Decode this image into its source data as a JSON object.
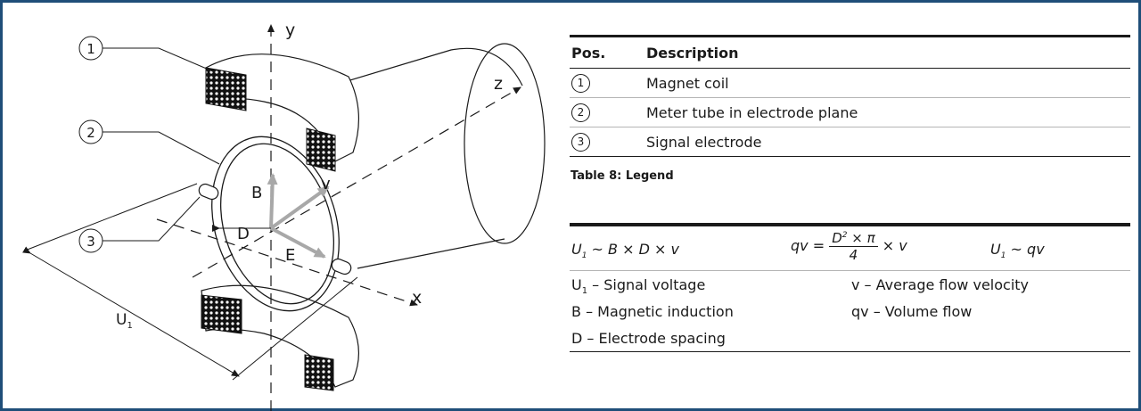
{
  "diagram": {
    "axis_y": "y",
    "axis_z": "z",
    "axis_x": "x",
    "callouts": [
      "1",
      "2",
      "3"
    ],
    "labels": {
      "B": "B",
      "v": "v",
      "D": "D",
      "E": "E",
      "U": "U",
      "U_sub": "1"
    }
  },
  "legend": {
    "headers": {
      "pos": "Pos.",
      "description": "Description"
    },
    "rows": [
      {
        "pos": "1",
        "description": "Magnet coil"
      },
      {
        "pos": "2",
        "description": "Meter tube in electrode plane"
      },
      {
        "pos": "3",
        "description": "Signal electrode"
      }
    ],
    "caption": "Table 8: Legend"
  },
  "formulas": {
    "f1": {
      "U": "U",
      "sub": "1",
      "rest": " ~ B × D × v"
    },
    "f2": {
      "lhs": "qv = ",
      "num_base": "D",
      "num_sup": "2",
      "num_rest": " × π",
      "den": "4",
      "rhs": " × v"
    },
    "f3": {
      "U": "U",
      "sub": "1",
      "rest": " ~ qv"
    }
  },
  "symbols": {
    "u1": {
      "U": "U",
      "sub": "1",
      "text": " – Signal voltage"
    },
    "b": "B – Magnetic induction",
    "d": "D – Electrode spacing",
    "v": "v – Average flow velocity",
    "qv": "qv – Volume flow"
  }
}
